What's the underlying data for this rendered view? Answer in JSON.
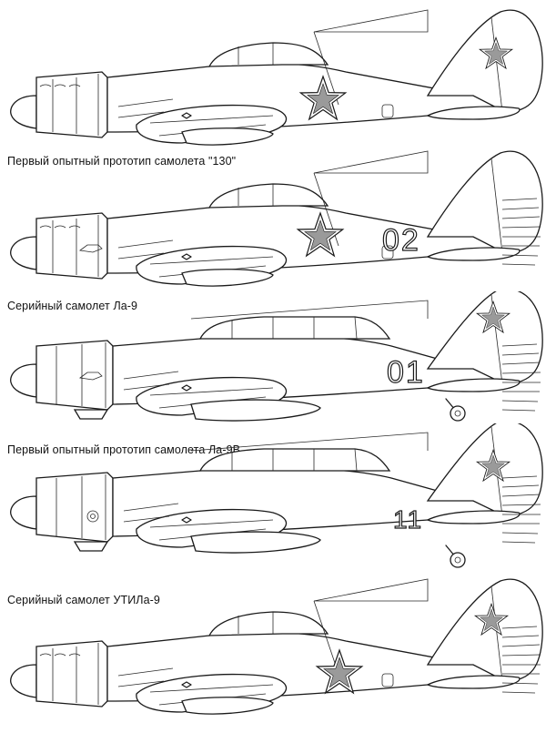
{
  "profiles": [
    {
      "caption": "Первый опытный прототип самолета \"130\"",
      "tail_number": ""
    },
    {
      "caption": "Серийный самолет Ла-9",
      "tail_number": "02"
    },
    {
      "caption": "Первый опытный прототип самолета Ла-9В",
      "tail_number": "01"
    },
    {
      "caption": "Серийный самолет УТИЛа-9",
      "tail_number": "11"
    },
    {
      "caption": "",
      "tail_number": ""
    }
  ],
  "icons": [
    "red-star-insignia-icon",
    "propeller-spinner-icon",
    "landing-gear-wheel-icon"
  ]
}
